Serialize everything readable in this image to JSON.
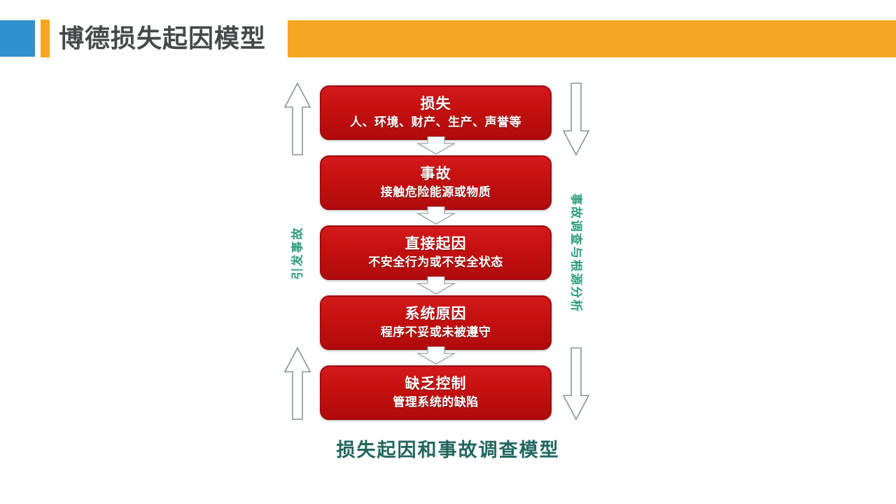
{
  "header": {
    "title": "博德损失起因模型",
    "blue_block_color": "#3191CE",
    "orange_color": "#F5A623",
    "title_color": "#46494B"
  },
  "diagram": {
    "caption": "损失起因和事故调查模型",
    "caption_color": "#21665F",
    "node_color": "#C4100F",
    "node_border_color": "#9E0B10",
    "nodes": [
      {
        "title": "损失",
        "subtitle": "人、环境、财产、生产、声誉等"
      },
      {
        "title": "事故",
        "subtitle": "接触危险能源或物质"
      },
      {
        "title": "直接起因",
        "subtitle": "不安全行为或不安全状态"
      },
      {
        "title": "系统原因",
        "subtitle": "程序不妥或未被遵守"
      },
      {
        "title": "缺乏控制",
        "subtitle": "管理系统的缺陷"
      }
    ],
    "left_flow": {
      "label": "引发事故",
      "direction": "up",
      "color": "#2F9E7E"
    },
    "right_flow": {
      "label": "事故调查与根源分析",
      "direction": "down",
      "color": "#2F9E7E"
    }
  }
}
